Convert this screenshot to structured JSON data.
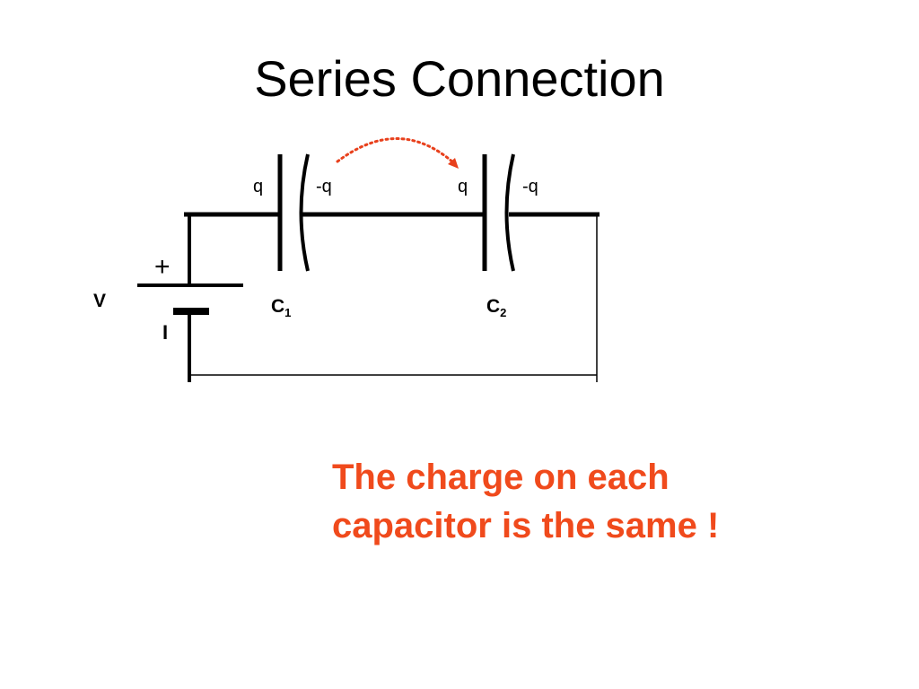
{
  "title": "Series Connection",
  "labels": {
    "c1_left_charge": "q",
    "c1_right_charge": "-q",
    "c2_left_charge": "q",
    "c2_right_charge": "-q",
    "c1_name": "C",
    "c1_sub": "1",
    "c2_name": "C",
    "c2_sub": "2",
    "voltage": "V",
    "plus_sign": "+",
    "minus_sign": "I"
  },
  "note": {
    "line1": "The charge on each",
    "line2": "capacitor is the same !"
  },
  "colors": {
    "wire": "#000000",
    "note_text": "#f04a1c",
    "charge_arrow": "#e8401c"
  }
}
